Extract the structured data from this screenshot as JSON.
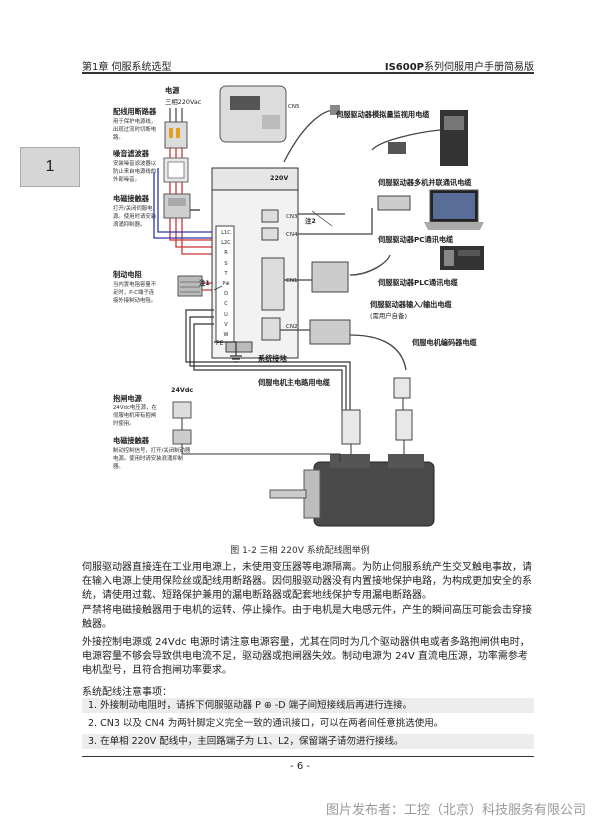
{
  "header": {
    "left": "第1章  伺服系统选型",
    "right_bold": "IS600P",
    "right_rest": "系列伺服用户手册简易版"
  },
  "chapter_tab": "1",
  "figure": {
    "power_title": "电源",
    "power_voltage": "三相220Vac",
    "breaker_title": "配线用断路器",
    "breaker_desc": "用于保护电源线，出现过流时切断电路。",
    "filter_title": "噪音滤波器",
    "filter_desc": "安装噪音滤波器以防止来自电源线的外部噪音。",
    "contactor_title": "电磁接触器",
    "contactor_desc": "打开/关闭伺服电源。使用时请安装浪涌抑制器。",
    "resistor_title": "制动电阻",
    "resistor_desc": "当内置电阻容量不足时，P-C端子连接外接制动电阻。",
    "brake_power_title": "抱闸电源",
    "brake_power_volt": "24Vdc",
    "brake_power_desc": "24Vdc电压源，在伺服电机带有抱闸时使用。",
    "brake_contactor_title": "电磁接触器",
    "brake_contactor_desc": "制动控制信号，打开/关闭制动器电源。使用时请安装浪涌抑制器。",
    "drive_model": "220V",
    "note2": "注2",
    "note1": "注1",
    "port_cn5": "CN5",
    "port_cn3": "CN3",
    "port_cn4": "CN4",
    "port_cn1": "CN1",
    "port_cn2": "CN2",
    "terminals": [
      "L1C",
      "L2C",
      "R",
      "S",
      "T",
      "P⊕",
      "D",
      "C",
      "U",
      "V",
      "W"
    ],
    "pe": "PE",
    "ground": "系统接地",
    "main_cable": "伺服电机主电路用电缆",
    "r_analog": "伺服驱动器模拟量监视用电缆",
    "r_multi": "伺服驱动器多机并联通讯电缆",
    "r_pc": "伺服驱动器PC通讯电缆",
    "r_plc": "伺服驱动器PLC通讯电缆",
    "r_io": "伺服驱动器输入/输出电缆",
    "r_io_sub": "(需用户自备)",
    "r_encoder": "伺服电机编码器电缆",
    "r_brake_cable": ""
  },
  "caption": "图 1-2 三相 220V 系统配线图举例",
  "paragraphs": [
    "伺服驱动器直接连在工业用电源上，未使用变压器等电源隔离。为防止伺服系统产生交叉触电事故，请在输入电源上使用保险丝或配线用断路器。因伺服驱动器没有内置接地保护电路，为构成更加安全的系统，请使用过载、短路保护兼用的漏电断路器或配套地线保护专用漏电断路器。",
    "严禁将电磁接触器用于电机的运转、停止操作。由于电机是大电感元件，产生的瞬间高压可能会击穿接触器。",
    "外接控制电源或 24Vdc 电源时请注意电源容量，尤其在同时为几个驱动器供电或者多路抱闸供电时，电源容量不够会导致供电电流不足，驱动器或抱闸器失效。制动电源为 24V 直流电压源，功率需参考电机型号，且符合抱闸功率要求。"
  ],
  "notes_title": "系统配线注意事项：",
  "notes": [
    "1. 外接制动电阻时，请拆下伺服驱动器 P ⊕ -D 端子间短接线后再进行连接。",
    "2. CN3 以及 CN4 为两针脚定义完全一致的通讯接口，可以在两者间任意挑选使用。",
    "3. 在单相 220V 配线中，主回路端子为 L1、L2，保留端子请勿进行接线。"
  ],
  "page_number": "- 6 -",
  "watermark": "图片发布者：工控（北京）科技服务有限公司"
}
